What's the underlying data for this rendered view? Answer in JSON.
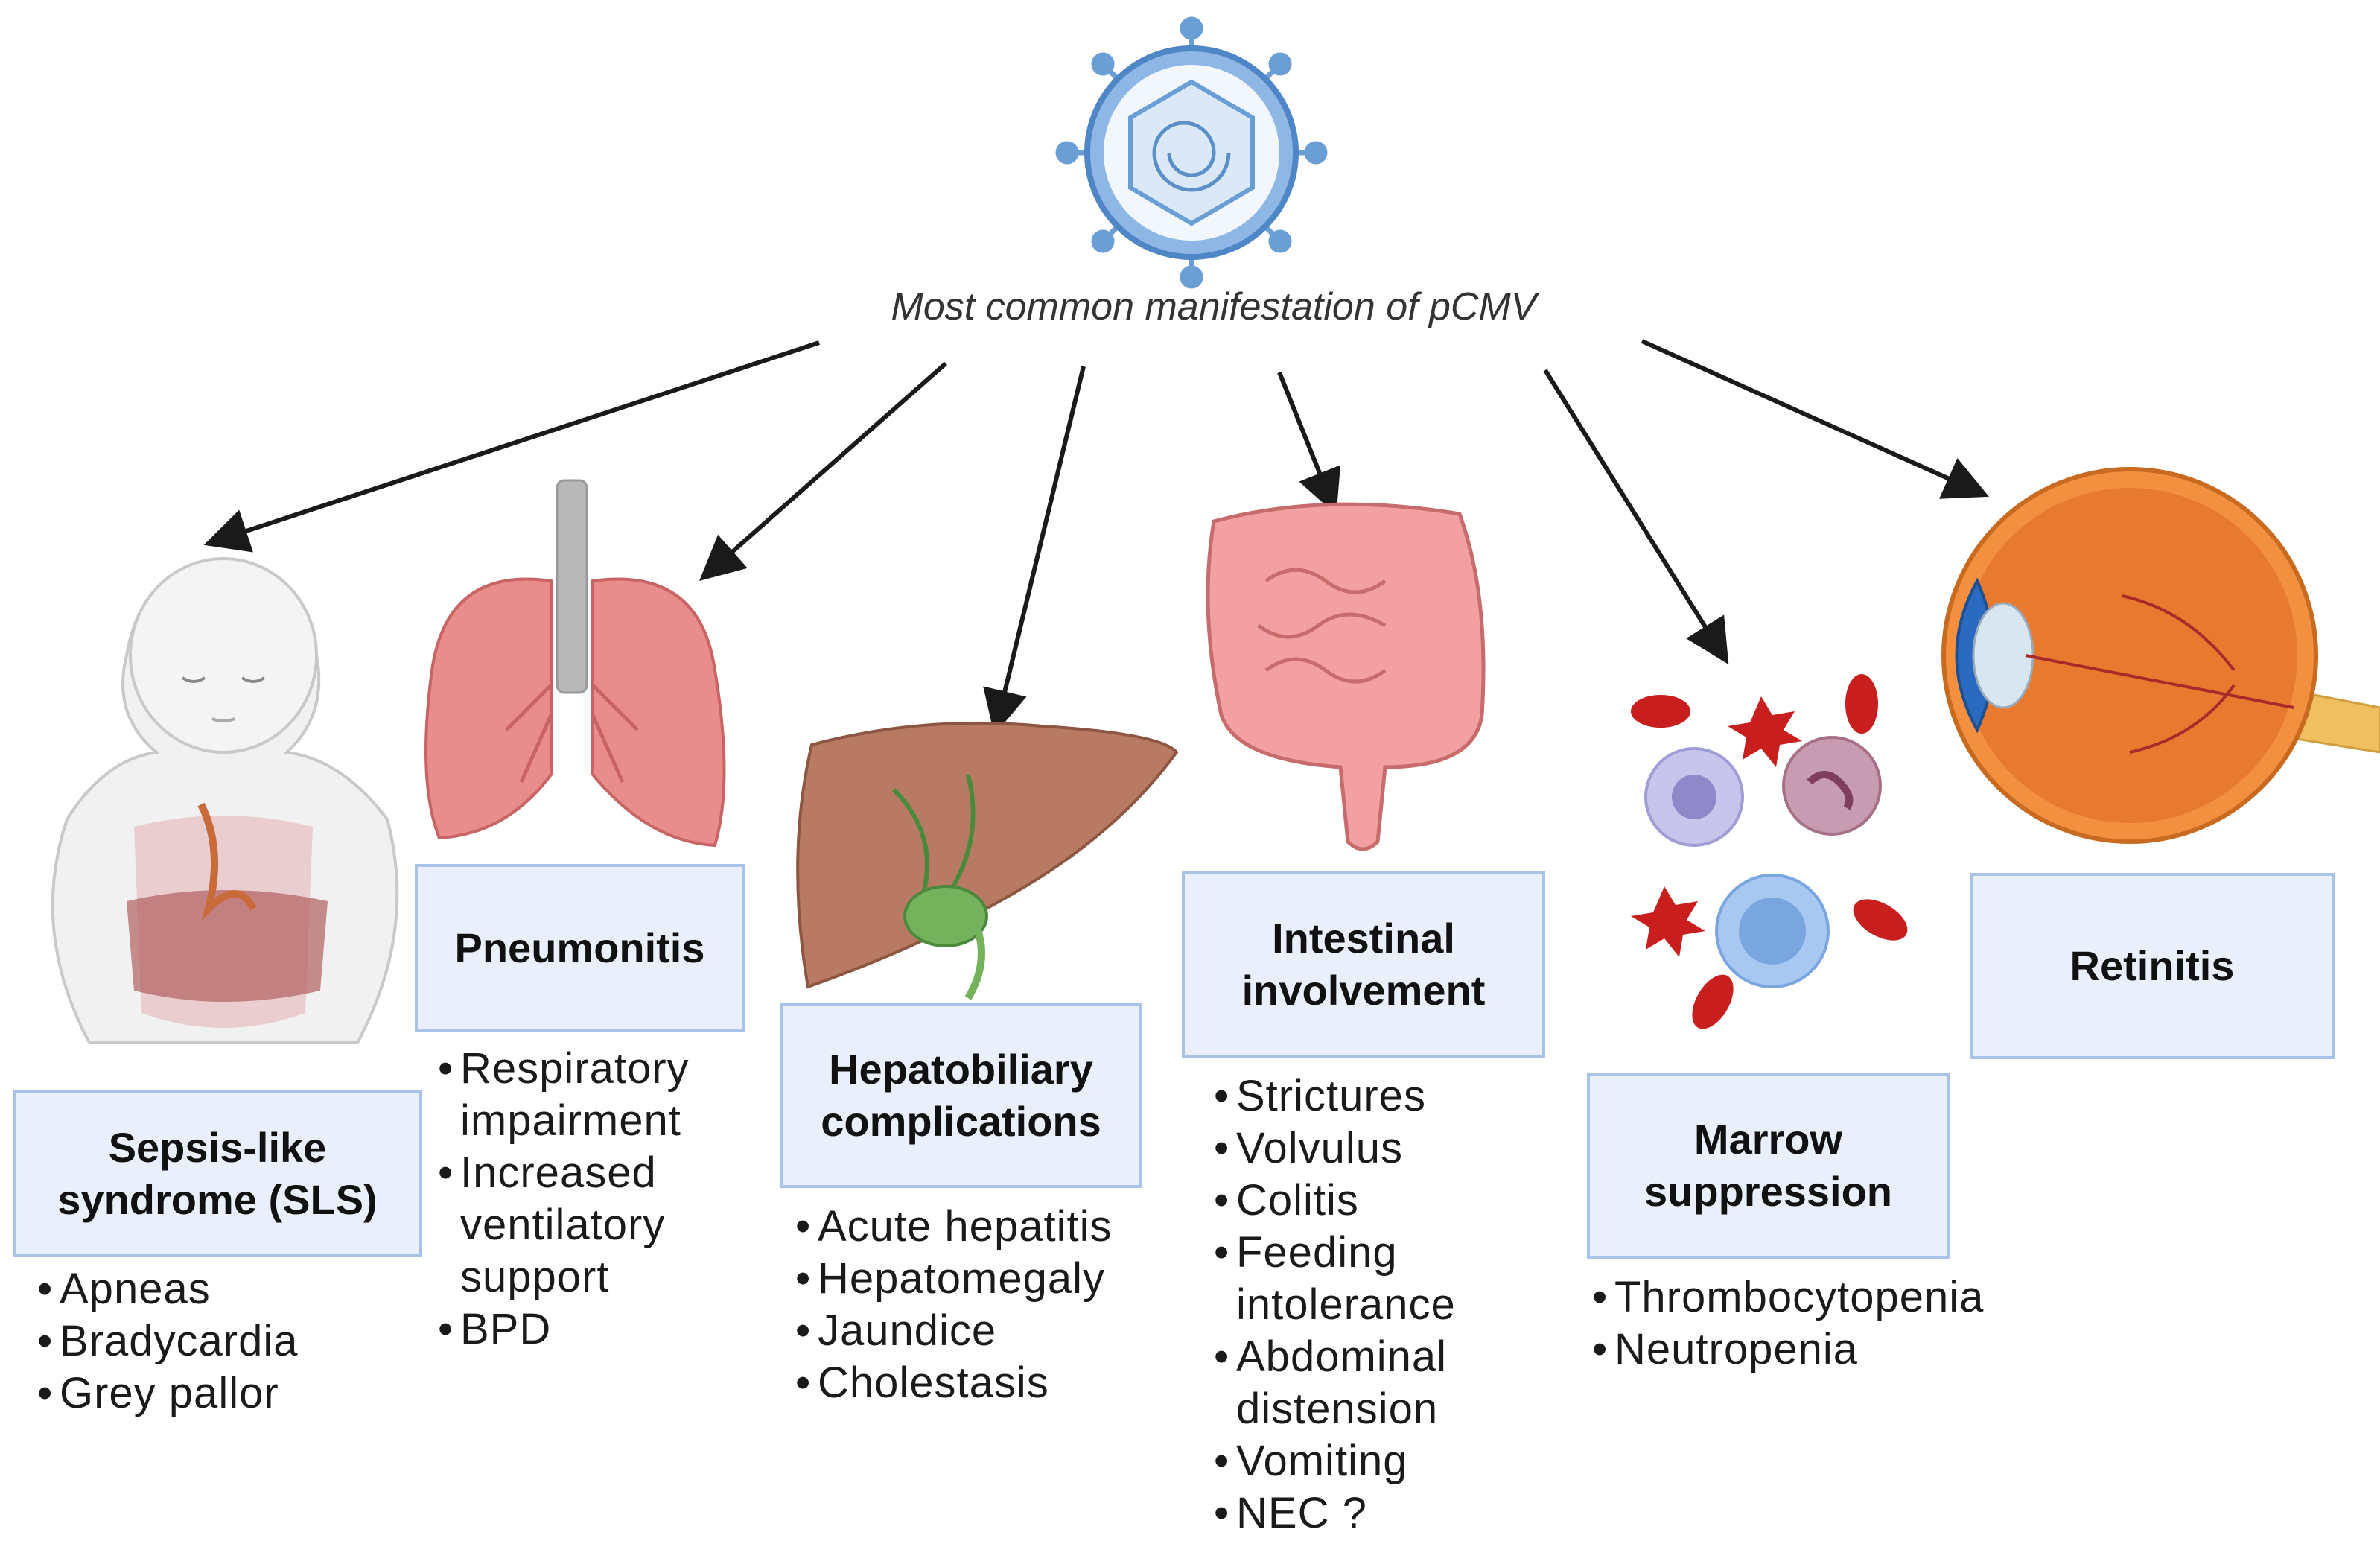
{
  "title": "Most common manifestation of pCMV",
  "manifestations": [
    {
      "id": "sls",
      "box_lines": [
        "Sepsis-like",
        "syndrome (SLS)"
      ],
      "items": [
        "Apneas",
        "Bradycardia",
        "Grey pallor"
      ]
    },
    {
      "id": "pneumonitis",
      "box_lines": [
        "Pneumonitis"
      ],
      "items": [
        "Respiratory impairment",
        "Increased ventilatory support",
        "BPD"
      ]
    },
    {
      "id": "hepatobiliary",
      "box_lines": [
        "Hepatobiliary",
        "complications"
      ],
      "items": [
        "Acute hepatitis",
        "Hepatomegaly",
        "Jaundice",
        "Cholestasis"
      ]
    },
    {
      "id": "intestinal",
      "box_lines": [
        "Intestinal",
        "involvement"
      ],
      "items": [
        "Strictures",
        "Volvulus",
        "Colitis",
        "Feeding intolerance",
        "Abdominal distension",
        "Vomiting",
        "NEC ?"
      ]
    },
    {
      "id": "marrow",
      "box_lines": [
        "Marrow",
        "suppression"
      ],
      "items": [
        "Thrombocytopenia",
        "Neutropenia"
      ]
    },
    {
      "id": "retinitis",
      "box_lines": [
        "Retinitis"
      ],
      "items": []
    }
  ],
  "icons": [
    "virus-icon",
    "infant-icon",
    "lungs-icon",
    "liver-icon",
    "intestine-icon",
    "blood-cells-icon",
    "eye-icon"
  ],
  "colors": {
    "box_fill": "#e9f0fb",
    "box_border": "#a9c2e8",
    "virus": "#6a9fd6",
    "arrow": "#1a1a1a"
  }
}
